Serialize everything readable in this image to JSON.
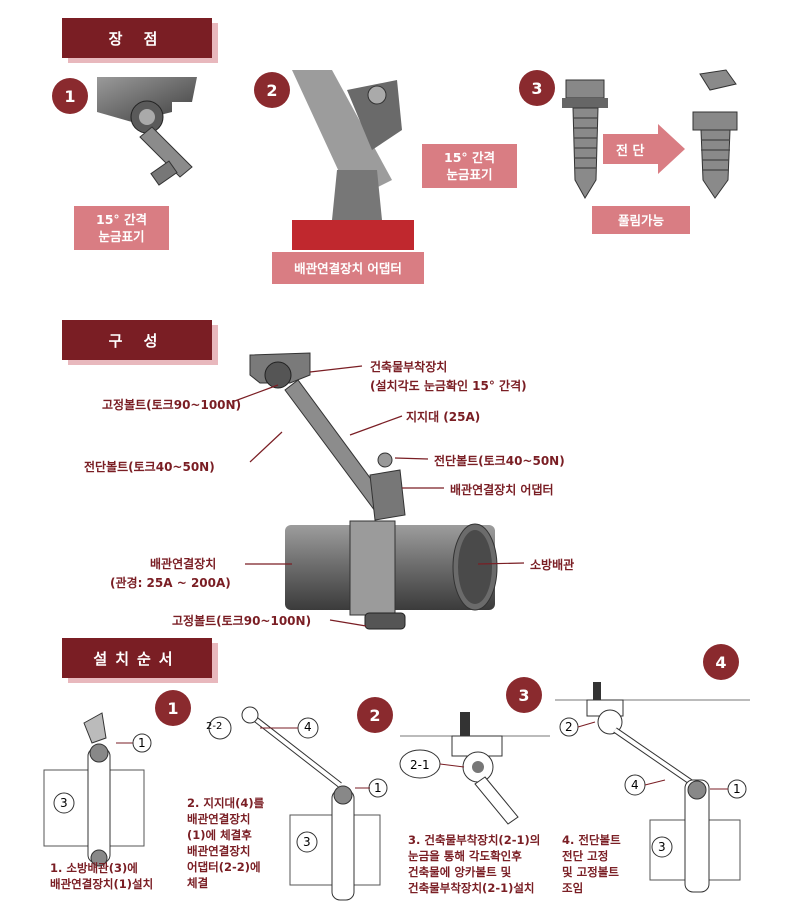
{
  "sections": {
    "advantages": "장 점",
    "composition": "구 성",
    "install_order": "설치순서"
  },
  "advantages": {
    "item1": {
      "num": "1",
      "caption_line1": "15° 간격",
      "caption_line2": "눈금표기"
    },
    "item2": {
      "num": "2",
      "caption": "배관연결장치 어댑터",
      "side_line1": "15° 간격",
      "side_line2": "눈금표기"
    },
    "item3": {
      "num": "3",
      "arrow_label": "전 단",
      "caption": "풀림가능"
    }
  },
  "composition": {
    "labels": {
      "building_attach_1": "건축물부착장치",
      "building_attach_2": "(설치각도 눈금확인 15° 간격)",
      "fix_bolt_top": "고정볼트(토크90~100N)",
      "support_rod": "지지대 (25A)",
      "shear_bolt_left": "전단볼트(토크40~50N)",
      "shear_bolt_right": "전단볼트(토크40~50N)",
      "adapter": "배관연결장치 어댑터",
      "pipe_connector_1": "배관연결장치",
      "pipe_connector_2": "(관경: 25A ~ 200A)",
      "fire_pipe": "소방배관",
      "fix_bolt_bottom": "고정볼트(토크90~100N)"
    }
  },
  "install": {
    "steps": [
      {
        "num": "1",
        "text": "1. 소방배관(3)에\n   배관연결장치(1)설치"
      },
      {
        "num": "2",
        "text": "2. 지지대(4)를\n   배관연결장치\n   (1)에 체결후\n   배관연결장치\n   어댑터(2-2)에\n   체결"
      },
      {
        "num": "3",
        "text": "3. 건축물부착장치(2-1)의\n   눈금을 통해 각도확인후\n   건축물에 앙카볼트 및\n   건축물부착장치(2-1)설치"
      },
      {
        "num": "4",
        "text": "4. 전단볼트\n   전단 고정\n   및 고정볼트\n   조임"
      }
    ],
    "callouts": {
      "c1": "1",
      "c2": "2",
      "c3": "3",
      "c4": "4",
      "c22": "2-2",
      "c21": "2-1"
    }
  },
  "colors": {
    "brand": "#7a1e24",
    "pink": "#d97d83",
    "shadow": "#e8b8bd",
    "pipe_red": "#c0282e"
  }
}
